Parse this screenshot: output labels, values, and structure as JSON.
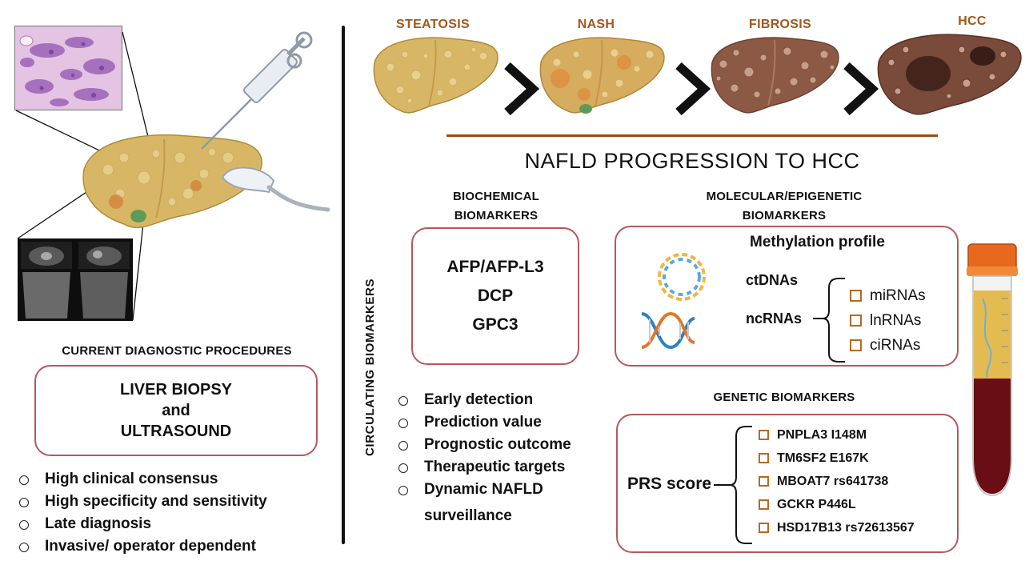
{
  "stages": {
    "steatosis": "STEATOSIS",
    "nash": "NASH",
    "fibrosis": "FIBROSIS",
    "hcc": "HCC"
  },
  "title": "NAFLD PROGRESSION TO HCC",
  "left": {
    "heading": "CURRENT DIAGNOSTIC PROCEDURES",
    "box": {
      "line1": "LIVER BIOPSY",
      "line2": "and",
      "line3": "ULTRASOUND"
    },
    "bullets": [
      "High clinical consensus",
      "High specificity and sensitivity",
      "Late diagnosis",
      "Invasive/ operator dependent"
    ]
  },
  "vertical_label": "CIRCULATING BIOMARKERS",
  "biochemical": {
    "heading_line1": "BIOCHEMICAL",
    "heading_line2": "BIOMARKERS",
    "items": [
      "AFP/AFP-L3",
      "DCP",
      "GPC3"
    ],
    "bullets": [
      "Early detection",
      "Prediction value",
      "Prognostic outcome",
      "Therapeutic targets",
      "Dynamic NAFLD",
      "surveillance"
    ]
  },
  "molecular": {
    "heading_line1": "MOLECULAR/EPIGENETIC",
    "heading_line2": "BIOMARKERS",
    "methylation": "Methylation profile",
    "ctdna": "ctDNAs",
    "ncrna": "ncRNAs",
    "ncrna_types": [
      "miRNAs",
      "lnRNAs",
      "ciRNAs"
    ]
  },
  "genetic": {
    "heading": "GENETIC BIOMARKERS",
    "prs": "PRS score",
    "variants": [
      "PNPLA3 I148M",
      "TM6SF2 E167K",
      "MBOAT7 rs641738",
      "GCKR P446L",
      "HSD17B13 rs72613567"
    ]
  },
  "colors": {
    "box_border": "#b9575a",
    "stage_label": "#a4561c",
    "progression_line": "#9a4a12",
    "checkbox": "#b56a22",
    "liver_healthy": "#d7b765",
    "liver_fibrotic": "#8c5a44",
    "blood": "#6b0d14"
  },
  "icons": [
    "syringe-icon",
    "ultrasound-probe-icon",
    "dna-helix-icon",
    "circular-dna-icon",
    "blood-tube-icon",
    "chevron-right-icon"
  ]
}
